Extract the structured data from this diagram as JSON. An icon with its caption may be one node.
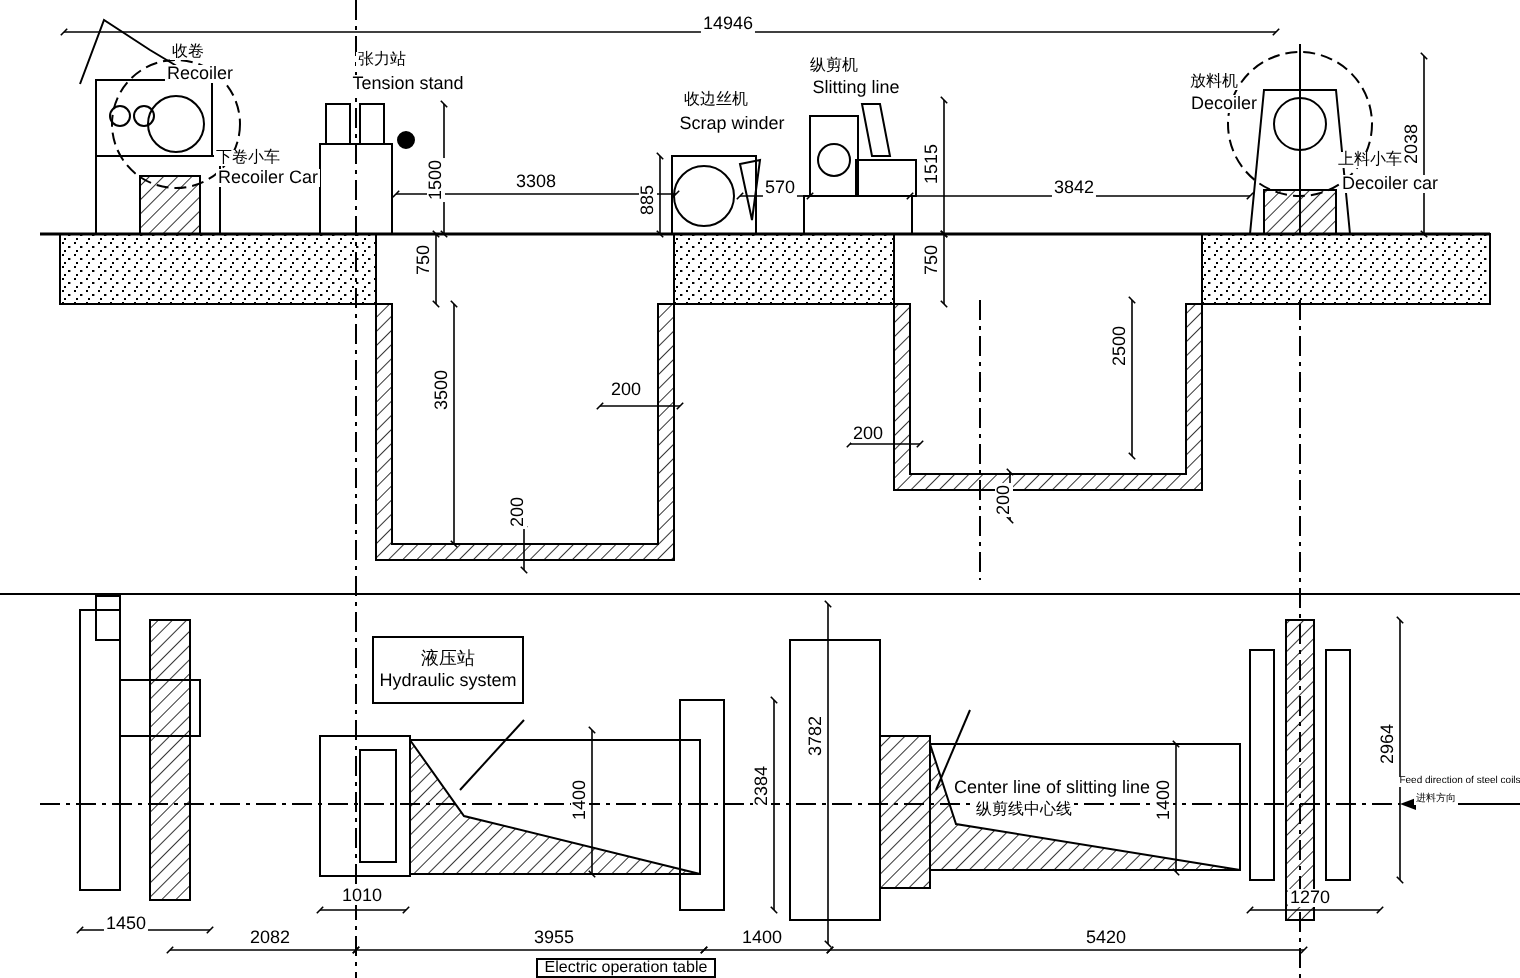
{
  "diagram": {
    "nodes": [
      {
        "text": [
          "液压站",
          "Hydraulic system"
        ]
      },
      {
        "text": [
          "Electric operation table"
        ]
      }
    ],
    "labels": [
      "14946",
      "收卷",
      "Recoiler",
      "张力站",
      "Tension stand",
      "1500",
      "3308",
      "收边丝机",
      "Scrap winder",
      "885",
      "纵剪机",
      "Slitting line",
      "570",
      "1515",
      "3842",
      "放料机",
      "Decoiler",
      "下卷小车",
      "Recoiler Car",
      "上料小车",
      "Decoiler car",
      "2038",
      "750",
      "750",
      "3500",
      "200",
      "200",
      "2500",
      "200",
      "200",
      "2384",
      "3782",
      "1400",
      "1400",
      "2964",
      "Center line of slitting line",
      "纵剪线中心线",
      "Feed direction of steel coils",
      "进料方向",
      "1450",
      "1010",
      "1270",
      "2082",
      "3955",
      "1400",
      "5420"
    ]
  }
}
